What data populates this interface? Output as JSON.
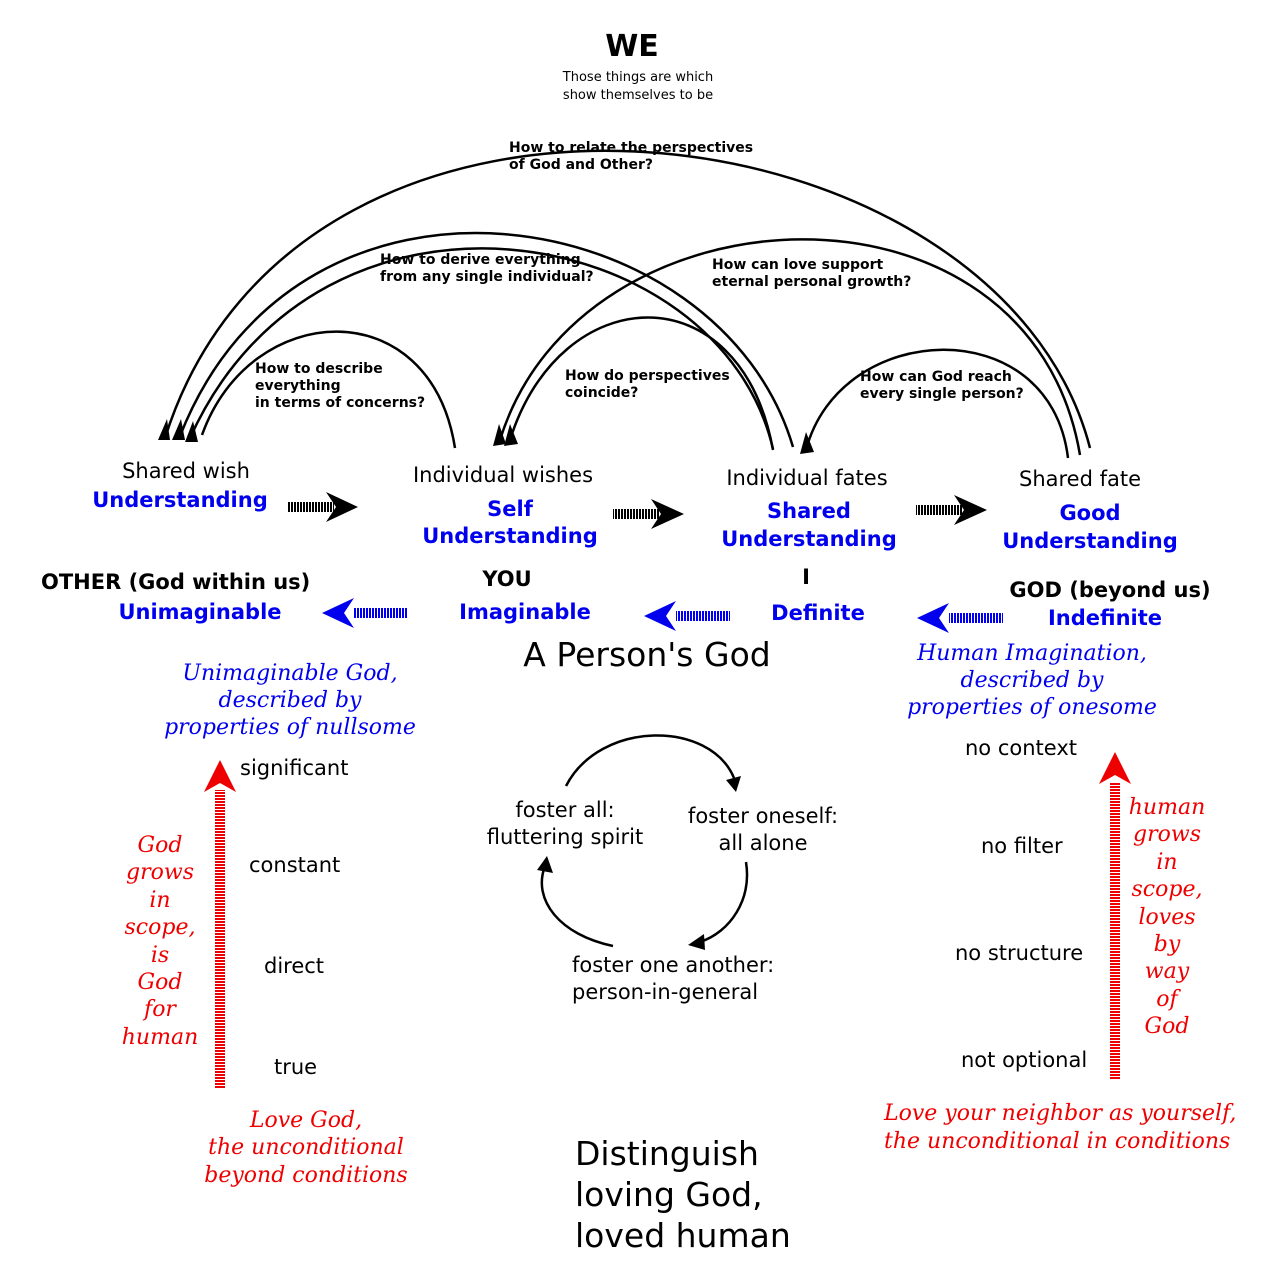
{
  "top": {
    "title": "WE",
    "subtitle_1": "Those things are which",
    "subtitle_2": "show themselves to be"
  },
  "questions": {
    "relate_1": "How to relate the perspectives",
    "relate_2": "of God and Other?",
    "derive_1": "How to derive everything",
    "derive_2": "from any single individual?",
    "love_1": "How can love support",
    "love_2": "eternal personal growth?",
    "describe_1": "How to describe",
    "describe_2": "everything",
    "describe_3": "in terms of concerns?",
    "coincide_1": "How do perspectives",
    "coincide_2": "coincide?",
    "reach_1": "How can God reach",
    "reach_2": "every single person?"
  },
  "row1": {
    "shared_wish": "Shared wish",
    "shared_wish_sub": "Understanding",
    "individual_wishes": "Individual wishes",
    "individual_wishes_sub1": "Self",
    "individual_wishes_sub2": "Understanding",
    "individual_fates": "Individual fates",
    "individual_fates_sub1": "Shared",
    "individual_fates_sub2": "Understanding",
    "shared_fate": "Shared fate",
    "shared_fate_sub1": "Good",
    "shared_fate_sub2": "Understanding"
  },
  "row2": {
    "other": "OTHER (God within us)",
    "other_sub": "Unimaginable",
    "you": "YOU",
    "you_sub": "Imaginable",
    "i": "I",
    "i_sub": "Definite",
    "god": "GOD (beyond us)",
    "god_sub": "Indefinite"
  },
  "center_title": "A Person's God",
  "left": {
    "desc_1": "Unimaginable God,",
    "desc_2": "described by",
    "desc_3": "properties of nullsome",
    "levels": [
      "significant",
      "constant",
      "direct",
      "true"
    ],
    "growth": [
      "God",
      "grows",
      "in",
      "scope,",
      "is",
      "God",
      "for",
      "human"
    ],
    "love_1": "Love God,",
    "love_2": "the unconditional",
    "love_3": "beyond conditions"
  },
  "right": {
    "desc_1": "Human Imagination,",
    "desc_2": "described by",
    "desc_3": "properties of onesome",
    "levels": [
      "no context",
      "no filter",
      "no structure",
      "not optional"
    ],
    "growth": [
      "human",
      "grows",
      "in",
      "scope,",
      "loves",
      "by",
      "way",
      "of",
      "God"
    ],
    "love_1": "Love your neighbor as yourself,",
    "love_2": "the unconditional in conditions"
  },
  "cycle": {
    "all_1": "foster all:",
    "all_2": "fluttering spirit",
    "oneself_1": "foster oneself:",
    "oneself_2": "all alone",
    "another_1": "foster one another:",
    "another_2": "person-in-general"
  },
  "bottom": {
    "line_1": "Distinguish",
    "line_2": "loving God,",
    "line_3": "loved human"
  },
  "colors": {
    "blue": "#0000ee",
    "red": "#ee0000",
    "black": "#000000"
  }
}
